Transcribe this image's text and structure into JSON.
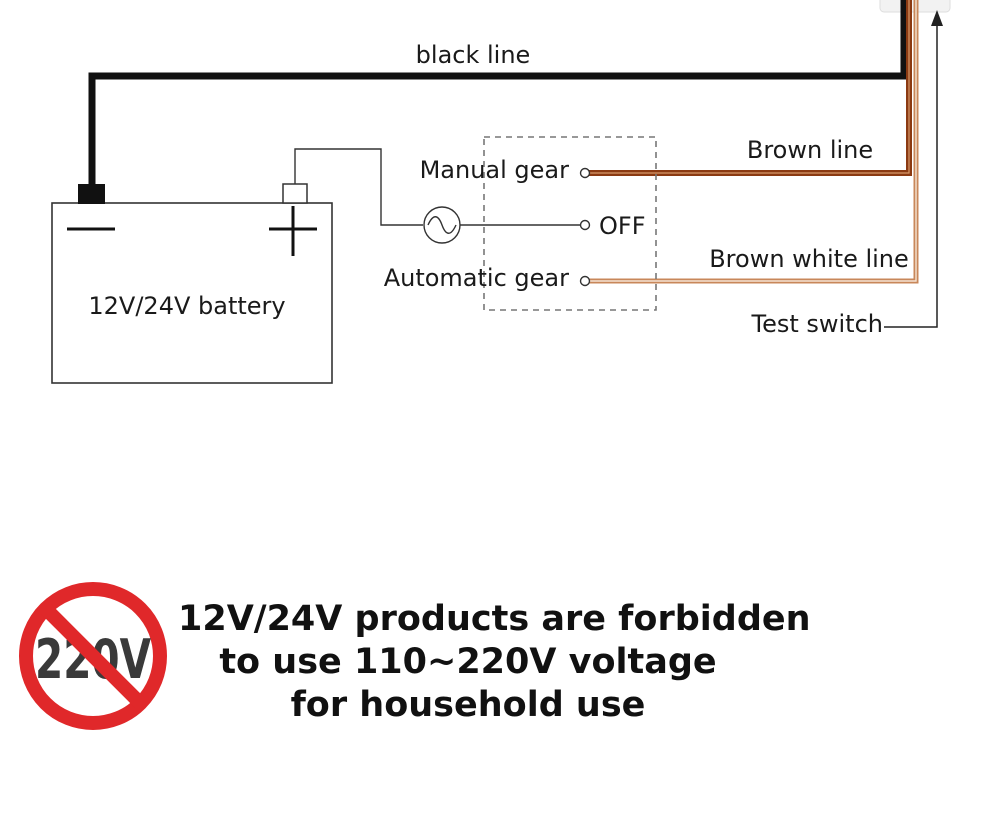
{
  "diagram": {
    "labels": {
      "black_line": "black line",
      "brown_line": "Brown line",
      "brown_white_line": "Brown white line",
      "test_switch": "Test switch",
      "manual_gear": "Manual gear",
      "off": "OFF",
      "automatic_gear": "Automatic gear",
      "battery": "12V/24V battery"
    },
    "colors": {
      "black_wire": "#111111",
      "brown_wire": "#8b3a12",
      "brown_white_wire": "#c8875a",
      "outline": "#333333"
    }
  },
  "warning": {
    "badge_text": "220V",
    "badge_color": "#e0282a",
    "lines": [
      "12V/24V products are forbidden",
      "to use 110~220V voltage",
      "for household use"
    ]
  }
}
